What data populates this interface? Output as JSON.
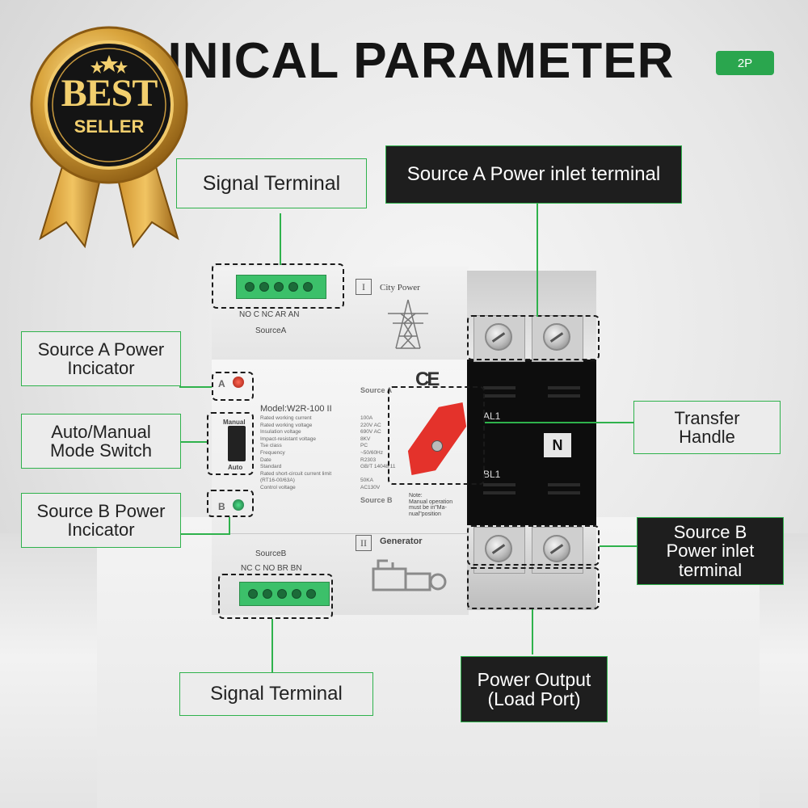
{
  "title": "HNICAL PARAMETER",
  "badge": "2P",
  "seal": {
    "line1": "BEST",
    "line2": "SELLER"
  },
  "colors": {
    "accent_green": "#2fb24c",
    "badge_green": "#2aa64e",
    "handle_red": "#e4322b",
    "dark_label": "#1e1e1e"
  },
  "labels": {
    "signal_terminal_top": "Signal Terminal",
    "source_a_inlet": "Source A Power inlet terminal",
    "source_a_indicator": "Source A Power\nIncicator",
    "auto_manual_switch": "Auto/Manual\nMode Switch",
    "transfer_handle": "Transfer\nHandle",
    "source_b_indicator": "Source B Power\nIncicator",
    "source_b_inlet": "Source B\nPower inlet\nterminal",
    "signal_terminal_bottom": "Signal Terminal",
    "power_output": "Power Output\n(Load Port)"
  },
  "device": {
    "top_roman": "I",
    "top_name": "City Power",
    "top_terminal_labels": "NO C NC AR AN",
    "top_source": "SourceA",
    "bottom_roman": "II",
    "bottom_name": "Generator",
    "bottom_source": "SourceB",
    "bottom_terminal_labels": "NC C NO BR BN",
    "led_a": "A",
    "led_b": "B",
    "source_a_text": "Source A",
    "source_b_text": "Source B",
    "ce": "CE",
    "mode_manual": "Manual",
    "mode_auto": "Auto",
    "model": "Model:W2R-100  II",
    "al1": "AL1",
    "bl1": "BL1",
    "n": "N",
    "note": "Note:\nManual operation\nmust be in\"Ma-\nnual\"position",
    "specs": [
      {
        "k": "Rated working current",
        "v": "100A"
      },
      {
        "k": "Rated working voltage",
        "v": "220V AC"
      },
      {
        "k": "Insulation voltage",
        "v": "690V AC"
      },
      {
        "k": "Impact-resistant voltage",
        "v": "8KV"
      },
      {
        "k": "Tse class",
        "v": "PC"
      },
      {
        "k": "Frequency",
        "v": "~50/60Hz"
      },
      {
        "k": "Date",
        "v": "R2303"
      },
      {
        "k": "Standard",
        "v": "GB/T 14048.11"
      },
      {
        "k": "Rated short-circuit current limit",
        "v": ""
      },
      {
        "k": "(RT16-00/63A)",
        "v": "50KA"
      },
      {
        "k": "Control voltage",
        "v": "AC130V"
      }
    ]
  }
}
